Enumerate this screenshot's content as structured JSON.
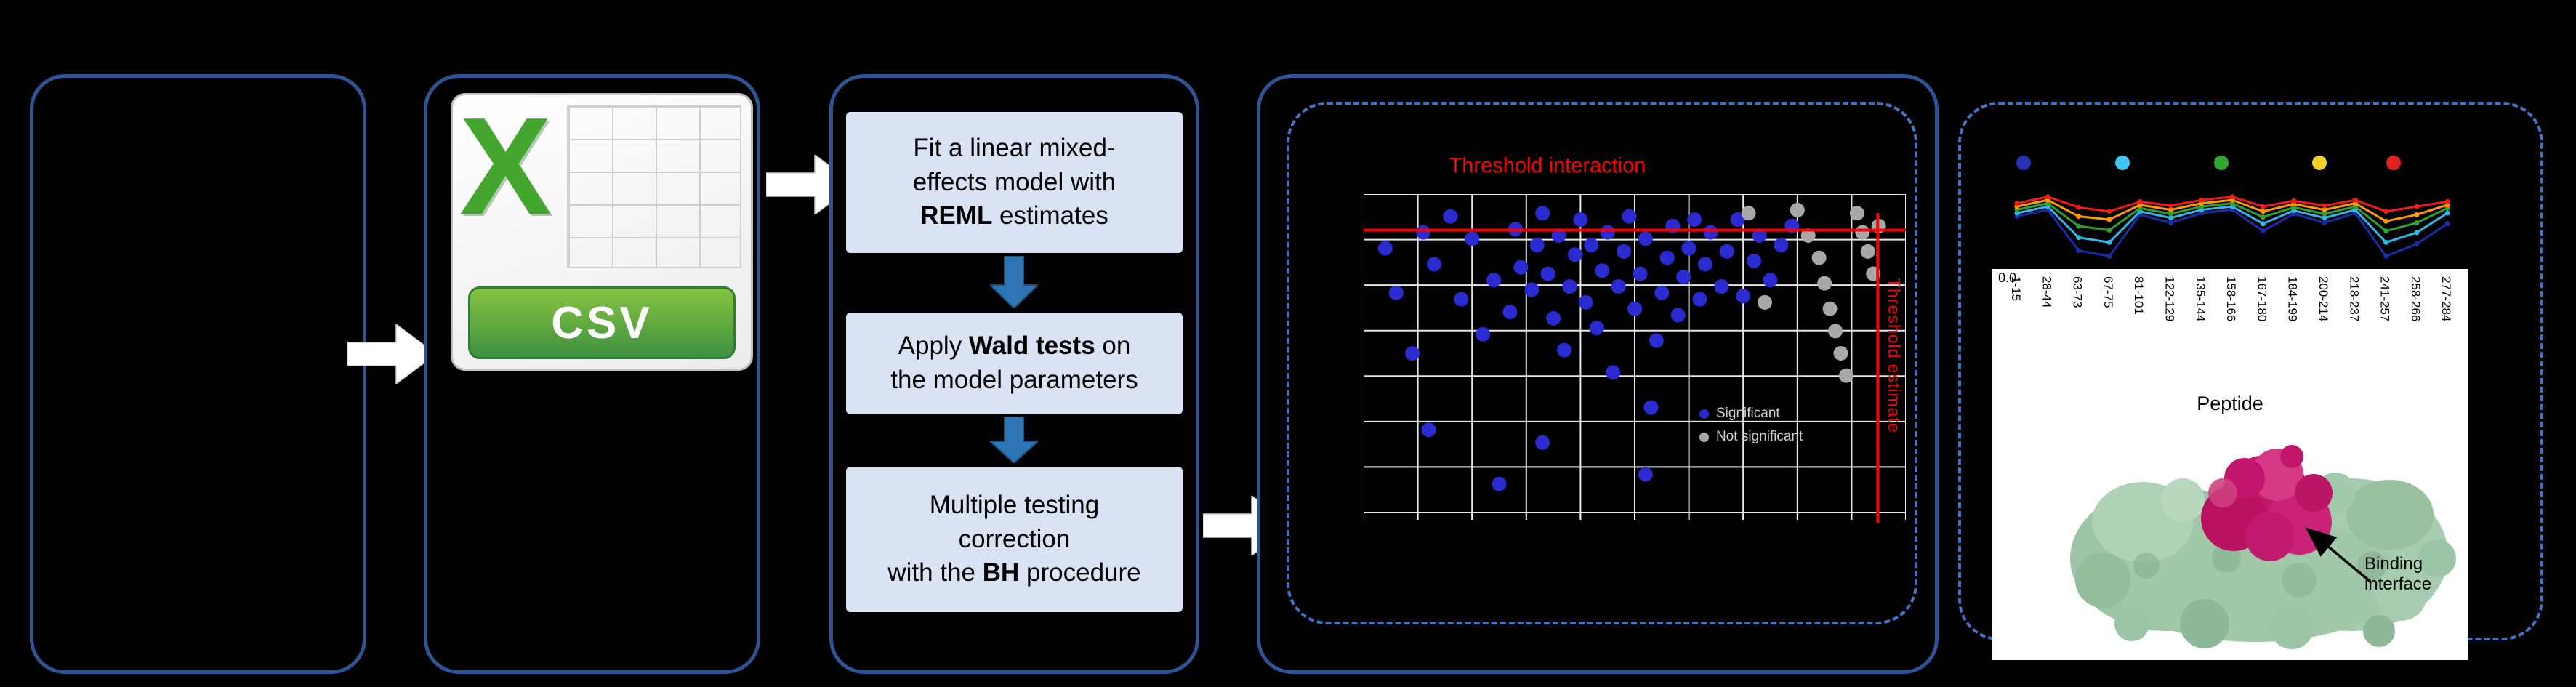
{
  "figure": {
    "csv_label": "CSV",
    "csv_letter": "X"
  },
  "pipeline": {
    "step1": [
      {
        "text": "Fit a linear mixed-\neffects model with\n"
      },
      {
        "text": "REML",
        "bold": true
      },
      {
        "text": " estimates"
      }
    ],
    "step2": [
      {
        "text": "Apply "
      },
      {
        "text": "Wald tests",
        "bold": true
      },
      {
        "text": " on\nthe model parameters"
      }
    ],
    "step3": [
      {
        "text": "Multiple testing\ncorrection\nwith the "
      },
      {
        "text": "BH",
        "bold": true
      },
      {
        "text": " procedure"
      }
    ]
  },
  "annotations": {
    "binding_interface": "Binding interface"
  },
  "colors": {
    "background": "#000000",
    "box_border": "#2F5496",
    "dashed_border": "#4472C4",
    "step_fill": "#DAE3F3",
    "arrow_blue": "#2E75B6",
    "threshold_red": "#FF0000",
    "significant_blue": "#2B2BD2",
    "not_significant_gray": "#A8A8A8",
    "csv_green": "#44A62F",
    "protein_green": "#A6CBAE",
    "protein_pink": "#C2156C"
  },
  "chart_data": [
    {
      "id": "threshold-scatter",
      "type": "scatter",
      "title": "Threshold interaction",
      "ylabel_right": "Threshold estimate",
      "grid": {
        "cols": 10,
        "rows": 7,
        "color": "#FFFFFF"
      },
      "threshold_color": "#FF0000",
      "threshold_h_frac": 0.113,
      "threshold_v_frac": 0.948,
      "legend": [
        {
          "label": "Significant",
          "color": "#2B2BD2"
        },
        {
          "label": "Not significant",
          "color": "#A8A8A8"
        }
      ],
      "series": [
        {
          "name": "Significant",
          "color": "#2B2BD2",
          "points": [
            [
              0.04,
              0.17
            ],
            [
              0.06,
              0.31
            ],
            [
              0.09,
              0.5
            ],
            [
              0.11,
              0.12
            ],
            [
              0.13,
              0.22
            ],
            [
              0.16,
              0.07
            ],
            [
              0.18,
              0.33
            ],
            [
              0.2,
              0.14
            ],
            [
              0.22,
              0.44
            ],
            [
              0.24,
              0.27
            ],
            [
              0.25,
              0.91
            ],
            [
              0.27,
              0.37
            ],
            [
              0.28,
              0.11
            ],
            [
              0.29,
              0.23
            ],
            [
              0.31,
              0.3
            ],
            [
              0.32,
              0.16
            ],
            [
              0.33,
              0.06
            ],
            [
              0.34,
              0.25
            ],
            [
              0.35,
              0.39
            ],
            [
              0.36,
              0.13
            ],
            [
              0.37,
              0.49
            ],
            [
              0.38,
              0.29
            ],
            [
              0.39,
              0.19
            ],
            [
              0.4,
              0.08
            ],
            [
              0.41,
              0.34
            ],
            [
              0.42,
              0.16
            ],
            [
              0.43,
              0.42
            ],
            [
              0.44,
              0.24
            ],
            [
              0.45,
              0.12
            ],
            [
              0.46,
              0.56
            ],
            [
              0.47,
              0.29
            ],
            [
              0.48,
              0.18
            ],
            [
              0.49,
              0.07
            ],
            [
              0.5,
              0.36
            ],
            [
              0.51,
              0.25
            ],
            [
              0.52,
              0.14
            ],
            [
              0.53,
              0.67
            ],
            [
              0.54,
              0.46
            ],
            [
              0.55,
              0.31
            ],
            [
              0.56,
              0.2
            ],
            [
              0.57,
              0.1
            ],
            [
              0.58,
              0.38
            ],
            [
              0.59,
              0.26
            ],
            [
              0.6,
              0.17
            ],
            [
              0.61,
              0.08
            ],
            [
              0.62,
              0.33
            ],
            [
              0.63,
              0.22
            ],
            [
              0.64,
              0.12
            ],
            [
              0.66,
              0.29
            ],
            [
              0.67,
              0.18
            ],
            [
              0.69,
              0.08
            ],
            [
              0.7,
              0.32
            ],
            [
              0.72,
              0.21
            ],
            [
              0.73,
              0.13
            ],
            [
              0.75,
              0.27
            ],
            [
              0.77,
              0.16
            ],
            [
              0.79,
              0.1
            ],
            [
              0.12,
              0.74
            ],
            [
              0.33,
              0.78
            ],
            [
              0.52,
              0.88
            ]
          ]
        },
        {
          "name": "Not significant",
          "color": "#A8A8A8",
          "points": [
            [
              0.71,
              0.06
            ],
            [
              0.74,
              0.34
            ],
            [
              0.8,
              0.05
            ],
            [
              0.82,
              0.13
            ],
            [
              0.84,
              0.2
            ],
            [
              0.85,
              0.28
            ],
            [
              0.86,
              0.36
            ],
            [
              0.87,
              0.43
            ],
            [
              0.88,
              0.5
            ],
            [
              0.89,
              0.57
            ],
            [
              0.91,
              0.06
            ],
            [
              0.92,
              0.12
            ],
            [
              0.93,
              0.18
            ],
            [
              0.94,
              0.25
            ],
            [
              0.95,
              0.1
            ]
          ]
        }
      ]
    },
    {
      "id": "peptide-uptake-lines",
      "type": "line",
      "xlabel": "Peptide",
      "y_tick_label": "0.0",
      "categories": [
        "1-15",
        "28-44",
        "63-73",
        "67-75",
        "81-101",
        "122-129",
        "135-144",
        "158-166",
        "167-180",
        "184-199",
        "200-214",
        "218-237",
        "241-257",
        "258-266",
        "277-284"
      ],
      "dot_markers": [
        {
          "color": "#2832B0",
          "x": 0.066
        },
        {
          "color": "#3EC6F0",
          "x": 0.276
        },
        {
          "color": "#32A532",
          "x": 0.485
        },
        {
          "color": "#F2D02C",
          "x": 0.693
        },
        {
          "color": "#E22222",
          "x": 0.85
        }
      ],
      "series": [
        {
          "name": "navy",
          "color": "#1B2CA8",
          "values": [
            0.46,
            0.38,
            0.88,
            0.95,
            0.44,
            0.54,
            0.42,
            0.38,
            0.64,
            0.43,
            0.54,
            0.42,
            0.95,
            0.8,
            0.55
          ]
        },
        {
          "name": "cyan",
          "color": "#30B8E8",
          "values": [
            0.42,
            0.34,
            0.72,
            0.78,
            0.4,
            0.48,
            0.38,
            0.34,
            0.55,
            0.39,
            0.48,
            0.38,
            0.78,
            0.66,
            0.42
          ]
        },
        {
          "name": "green",
          "color": "#2FA12F",
          "values": [
            0.38,
            0.3,
            0.58,
            0.63,
            0.36,
            0.43,
            0.34,
            0.3,
            0.47,
            0.35,
            0.43,
            0.34,
            0.64,
            0.54,
            0.36
          ]
        },
        {
          "name": "orange",
          "color": "#FF9900",
          "values": [
            0.34,
            0.26,
            0.46,
            0.5,
            0.32,
            0.38,
            0.3,
            0.26,
            0.4,
            0.31,
            0.38,
            0.3,
            0.52,
            0.44,
            0.32
          ]
        },
        {
          "name": "red",
          "color": "#F21B1B",
          "values": [
            0.3,
            0.22,
            0.35,
            0.4,
            0.28,
            0.33,
            0.26,
            0.22,
            0.34,
            0.27,
            0.33,
            0.26,
            0.4,
            0.34,
            0.28
          ]
        }
      ]
    }
  ]
}
